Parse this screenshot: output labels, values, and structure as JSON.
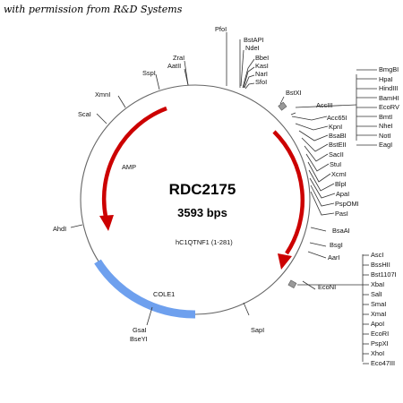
{
  "credit": "with permission from R&D Systems",
  "plasmid": {
    "name": "RDC2175",
    "size": "3593 bps"
  },
  "features": {
    "amp": "AMP",
    "insert": "hC1QTNF1 (1-281)",
    "ori": "COLE1"
  },
  "colors": {
    "arrows": "#cc0000",
    "ori_arc": "#6ea0ee",
    "circle": "#666666",
    "marker": "#999999"
  },
  "sites": {
    "PfoI": "PfoI",
    "BstAPI": "BstAPI",
    "NdeI": "NdeI",
    "BbeI": "BbeI",
    "KasI": "KasI",
    "NarI": "NarI",
    "SfoI": "SfoI",
    "ZraI": "ZraI",
    "AatII": "AatII",
    "SspI": "SspI",
    "XmnI": "XmnI",
    "ScaI": "ScaI",
    "AhdI": "AhdI",
    "GsaI": "GsaI",
    "BseYI": "BseYI",
    "SapI": "SapI",
    "EcoNI": "EcoNI",
    "AarI": "AarI",
    "BsgI": "BsgI",
    "BsaAI": "BsaAI",
    "BstXI": "BstXI",
    "right_mid": [
      "AccIII",
      "Acc65I",
      "KpnI",
      "BsaBI",
      "BstEII",
      "SacII",
      "StuI",
      "XcmI",
      "BlpI",
      "ApaI",
      "PspOMI",
      "PasI"
    ],
    "top_block": [
      "BmgBI",
      "HpaI",
      "HindIII",
      "BamHI",
      "EcoRV",
      "BmtI",
      "NheI",
      "NotI",
      "EagI"
    ],
    "bottom_block": [
      "AscI",
      "BssHII",
      "Bst1107I",
      "XbaI",
      "SalI",
      "SmaI",
      "XmaI",
      "ApoI",
      "EcoRI",
      "PspXI",
      "XhoI",
      "Eco47III"
    ]
  }
}
